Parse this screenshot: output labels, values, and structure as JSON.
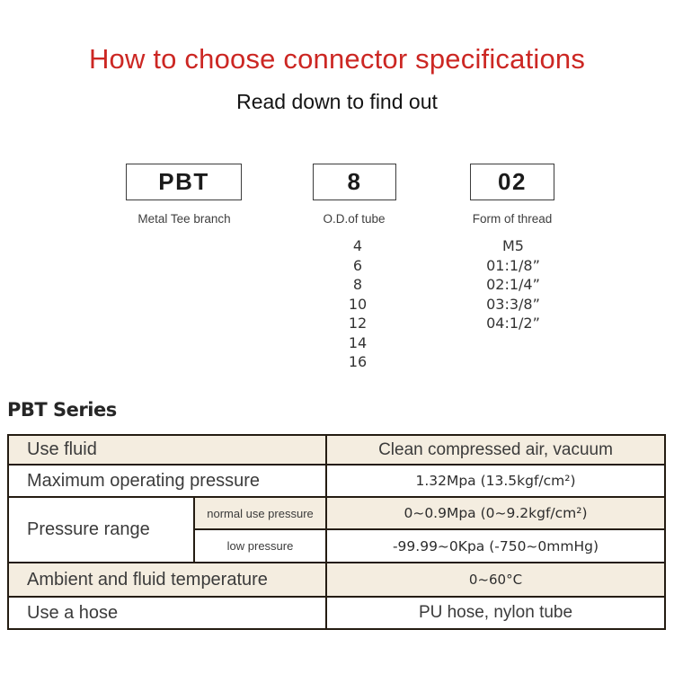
{
  "header": {
    "title": "How to choose connector specifications",
    "subtitle": "Read down to find out"
  },
  "model_selector": {
    "boxes": [
      {
        "code": "PBT",
        "label": "Metal Tee branch"
      },
      {
        "code": "8",
        "label": "O.D.of tube"
      },
      {
        "code": "02",
        "label": "Form of thread"
      }
    ],
    "tube_sizes": [
      "4",
      "6",
      "8",
      "10",
      "12",
      "14",
      "16"
    ],
    "thread_forms": [
      "M5",
      "01:1/8”",
      "02:1/4”",
      "03:3/8”",
      "04:1/2”"
    ]
  },
  "series_section": {
    "heading": "PBT Series",
    "table": {
      "use_fluid": {
        "label": "Use fluid",
        "value": "Clean compressed air, vacuum"
      },
      "max_pressure": {
        "label": "Maximum operating pressure",
        "value": "1.32Mpa (13.5kgf/cm²)"
      },
      "pressure_range": {
        "label": "Pressure range",
        "normal": {
          "label": "normal use pressure",
          "value": "0~0.9Mpa (0~9.2kgf/cm²)"
        },
        "low": {
          "label": "low pressure",
          "value": "-99.99~0Kpa (-750~0mmHg)"
        }
      },
      "temperature": {
        "label": "Ambient and fluid temperature",
        "value": "0~60°C"
      },
      "hose": {
        "label": "Use a hose",
        "value": "PU hose, nylon tube"
      }
    }
  },
  "palette": {
    "title_red": "#cc2723",
    "row_beige": "#f4ede0",
    "table_border": "#241c12",
    "text_dark": "#3b3b3b"
  }
}
